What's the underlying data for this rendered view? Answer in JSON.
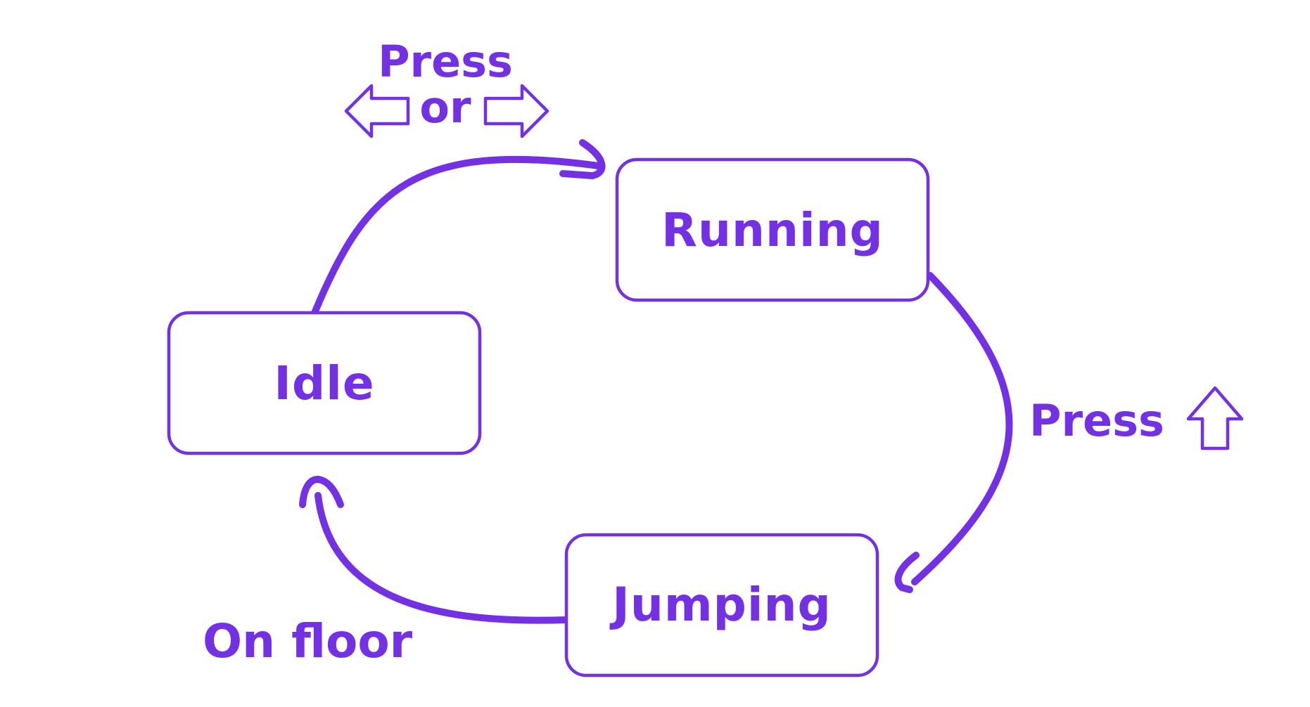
{
  "colors": {
    "accent": "#7431e3",
    "background": "#ffffff"
  },
  "states": {
    "idle": "Idle",
    "running": "Running",
    "jumping": "Jumping"
  },
  "transitions": {
    "idle_to_running": {
      "line1": "Press",
      "connector": "or",
      "icons": [
        "left-arrow-key-icon",
        "right-arrow-key-icon"
      ]
    },
    "running_to_jumping": {
      "label": "Press",
      "icons": [
        "up-arrow-key-icon"
      ]
    },
    "jumping_to_idle": {
      "label": "On floor"
    }
  }
}
